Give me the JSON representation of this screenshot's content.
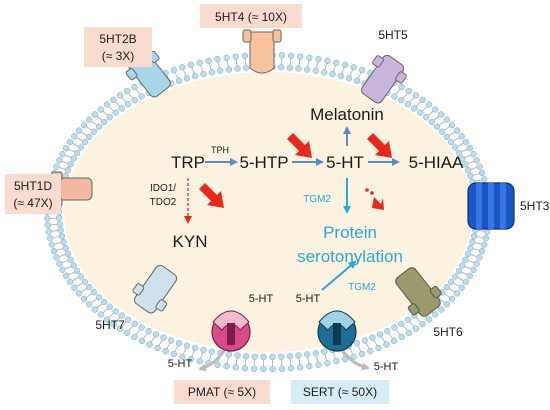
{
  "receptors": {
    "ht4": "5HT4 (≈ 10X)",
    "ht2b_line1": "5HT2B",
    "ht2b_line2": "(≈ 3X)",
    "ht5": "5HT5",
    "ht1d_line1": "5HT1D",
    "ht1d_line2": "(≈ 47X)",
    "ht3": "5HT3",
    "ht7": "5HT7",
    "ht6": "5HT6"
  },
  "transporters": {
    "pmat": "PMAT (≈ 5X)",
    "sert": "SERT (≈ 50X)",
    "pmat_inside": "5-HT",
    "pmat_outside": "5-HT",
    "sert_inside": "5-HT",
    "sert_outside": "5-HT"
  },
  "pathway": {
    "trp": "TRP",
    "tph": "TPH",
    "htp": "5-HTP",
    "ht": "5-HT",
    "hiaa": "5-HIAA",
    "melatonin": "Melatonin",
    "ido_line1": "IDO1/",
    "ido_line2": "TDO2",
    "kyn": "KYN",
    "tgm2_a": "TGM2",
    "tgm2_b": "TGM2",
    "protein_line1": "Protein",
    "protein_line2": "serotonylation"
  },
  "colors": {
    "cytoplasm": "#fbf3df",
    "lipid_head": "#b9dcef",
    "label_box_peach": "#fadbd0",
    "label_box_blue": "#d6ecf7",
    "arrow_blue": "#5b8cc8",
    "text_blue": "#2aa8d8",
    "arrow_red": "#e8281a"
  }
}
